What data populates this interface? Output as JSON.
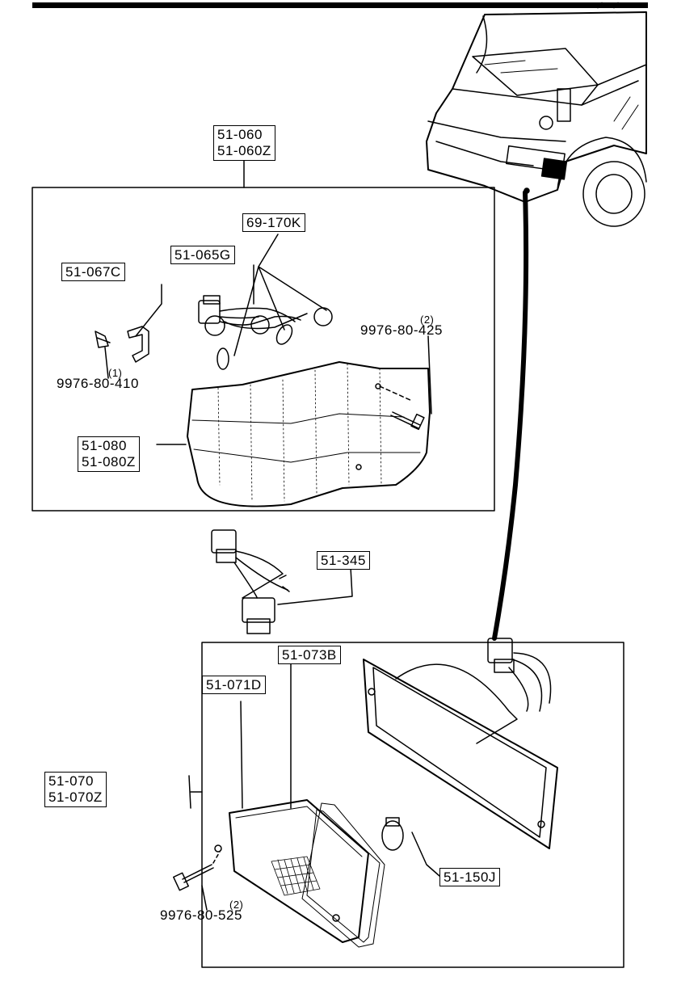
{
  "top_group": {
    "codes": [
      "51-060",
      "51-060Z"
    ]
  },
  "socket_bulb": "69-170K",
  "wire_harness": "51-065G",
  "bracket": "51-067C",
  "screw_top_right": {
    "code": "9976-80-425",
    "qty": "(2)"
  },
  "screw_top_left": {
    "code": "9976-80-410",
    "qty": "(1)"
  },
  "lens_group": {
    "codes": [
      "51-080",
      "51-080Z"
    ]
  },
  "sub_harness": "51-345",
  "bottom_group": {
    "codes": [
      "51-070",
      "51-070Z"
    ]
  },
  "side_gasket": "51-073B",
  "side_lens": "51-071D",
  "side_bulb": "51-150J",
  "screw_bottom": {
    "code": "9976-80-525",
    "qty": "(2)"
  }
}
